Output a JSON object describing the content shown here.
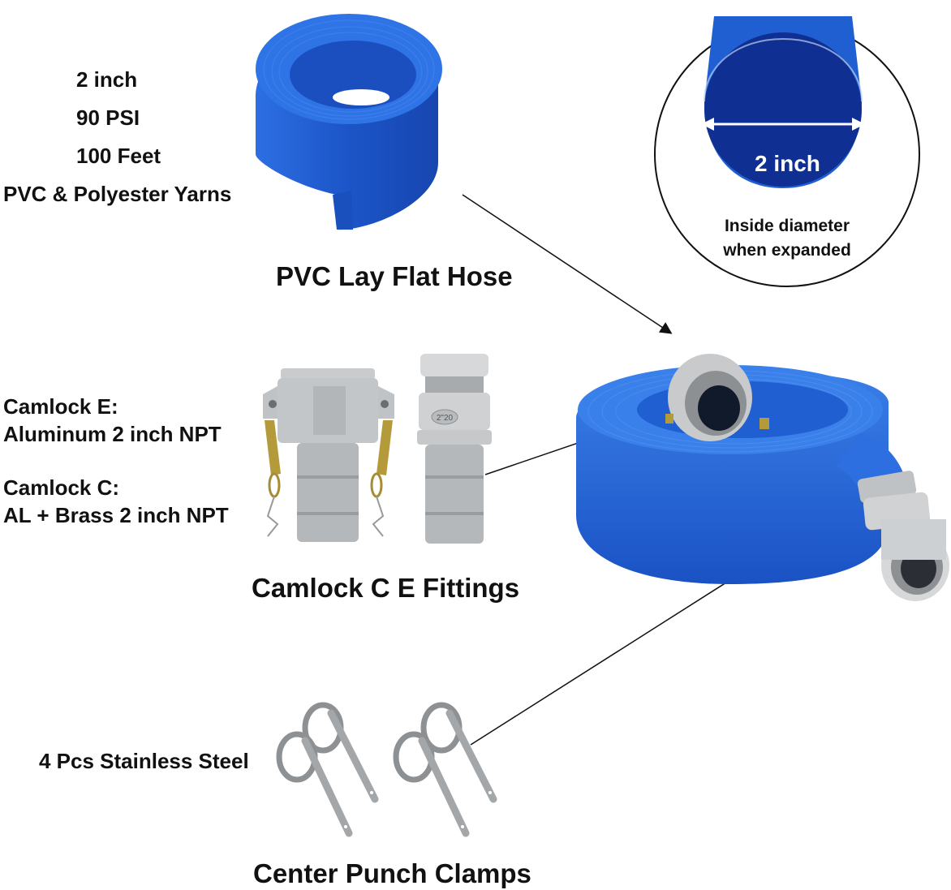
{
  "hose_specs": {
    "items": [
      "2 inch",
      "90 PSI",
      "100 Feet",
      "PVC & Polyester Yarns"
    ]
  },
  "hose": {
    "title": "PVC Lay Flat Hose",
    "color": "#1f5fd1"
  },
  "diameter_callout": {
    "value": "2 inch",
    "caption_line1": "Inside diameter",
    "caption_line2": "when expanded"
  },
  "camlock": {
    "e_title": "Camlock E:",
    "e_desc": "Aluminum 2 inch NPT",
    "c_title": "Camlock C:",
    "c_desc": "AL + Brass 2 inch NPT",
    "section_title": "Camlock C E Fittings",
    "fitting_stamp": "2\"20"
  },
  "clamps": {
    "label": "4 Pcs Stainless Steel",
    "title": "Center Punch Clamps"
  },
  "colors": {
    "hose_blue": "#1f5fd1",
    "hose_dark": "#0e2f8a",
    "metal": "#b9bcbf",
    "brass": "#b49a3a",
    "text": "#111111"
  }
}
